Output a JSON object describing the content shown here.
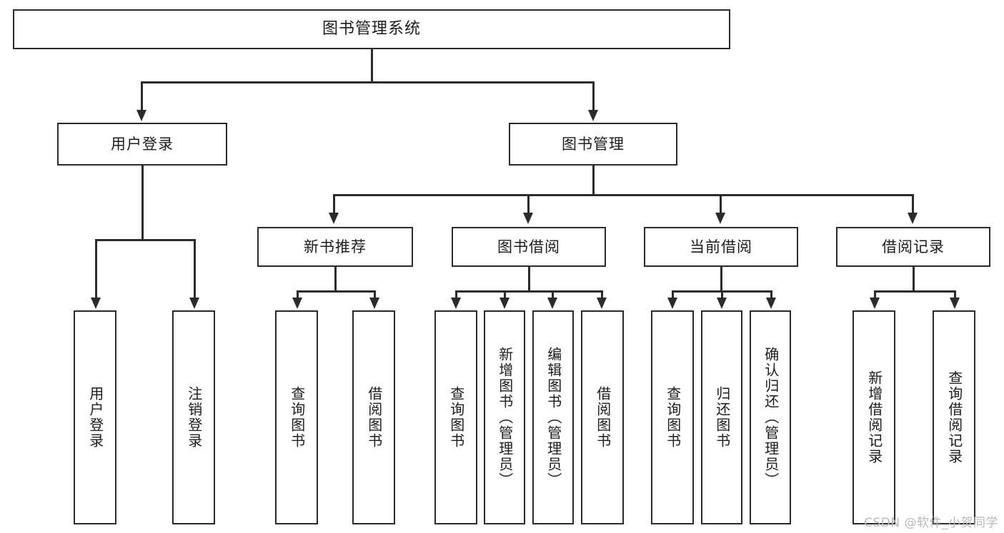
{
  "diagram": {
    "title": "图书管理系统",
    "type": "tree-diagram",
    "watermark": "CSDN @软件_小贺同学",
    "colors": {
      "stroke": "#2b2b2b",
      "fill": "#ffffff",
      "text": "#1c1c1c",
      "watermark": "#b8b8b8"
    },
    "levels": {
      "root": {
        "label": "图书管理系统"
      },
      "level2": [
        {
          "label": "用户登录"
        },
        {
          "label": "图书管理"
        }
      ],
      "level3": [
        {
          "label": "新书推荐"
        },
        {
          "label": "图书借阅"
        },
        {
          "label": "当前借阅"
        },
        {
          "label": "借阅记录"
        }
      ],
      "leaves": {
        "user_login": [
          {
            "label": "用户登录"
          },
          {
            "label": "注销登录"
          }
        ],
        "new_book_recommend": [
          {
            "label": "查询图书"
          },
          {
            "label": "借阅图书"
          }
        ],
        "book_borrow": [
          {
            "label": "查询图书"
          },
          {
            "label": "新增图书（管理员）"
          },
          {
            "label": "编辑图书（管理员）"
          },
          {
            "label": "借阅图书"
          }
        ],
        "current_borrow": [
          {
            "label": "查询图书"
          },
          {
            "label": "归还图书"
          },
          {
            "label": "确认归还（管理员）"
          }
        ],
        "borrow_record": [
          {
            "label": "新增借阅记录"
          },
          {
            "label": "查询借阅记录"
          }
        ]
      }
    }
  }
}
